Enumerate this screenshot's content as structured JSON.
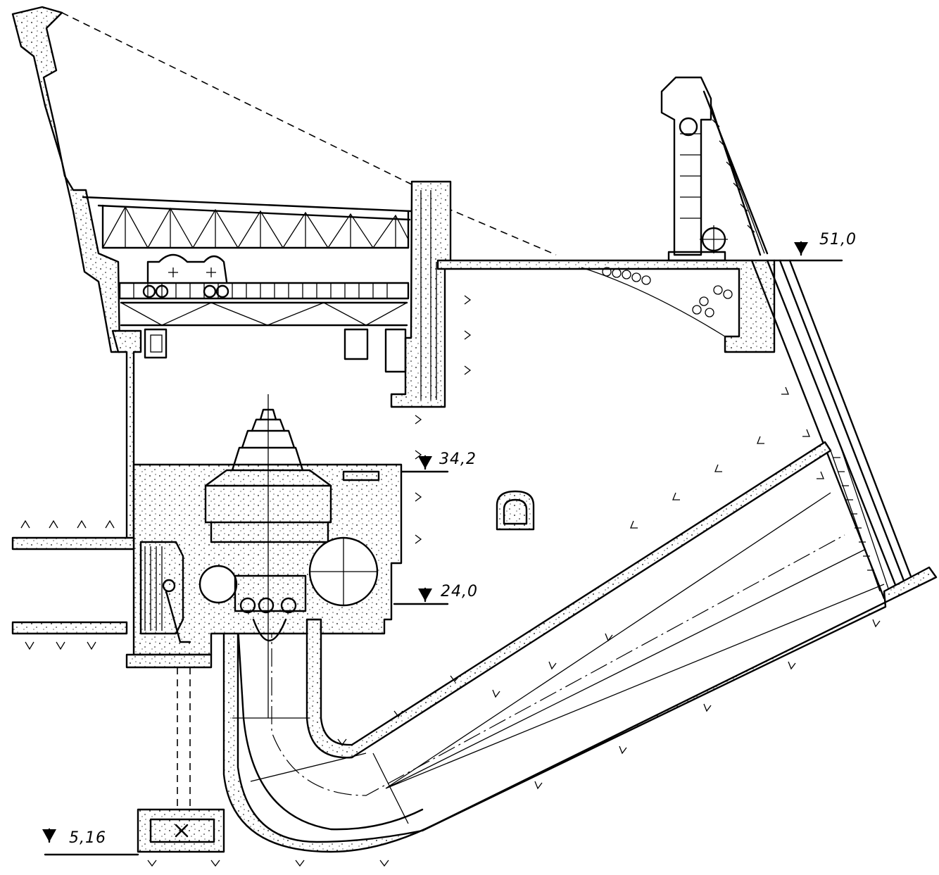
{
  "elevations": {
    "top": "51,0",
    "generator_floor": "34,2",
    "turbine_axis": "24,0",
    "draft_tube_bottom": "5,16"
  },
  "icons": {
    "elevation_marker": "downward-triangle-arrow",
    "soil_hatch": "ground-tick-marks"
  }
}
